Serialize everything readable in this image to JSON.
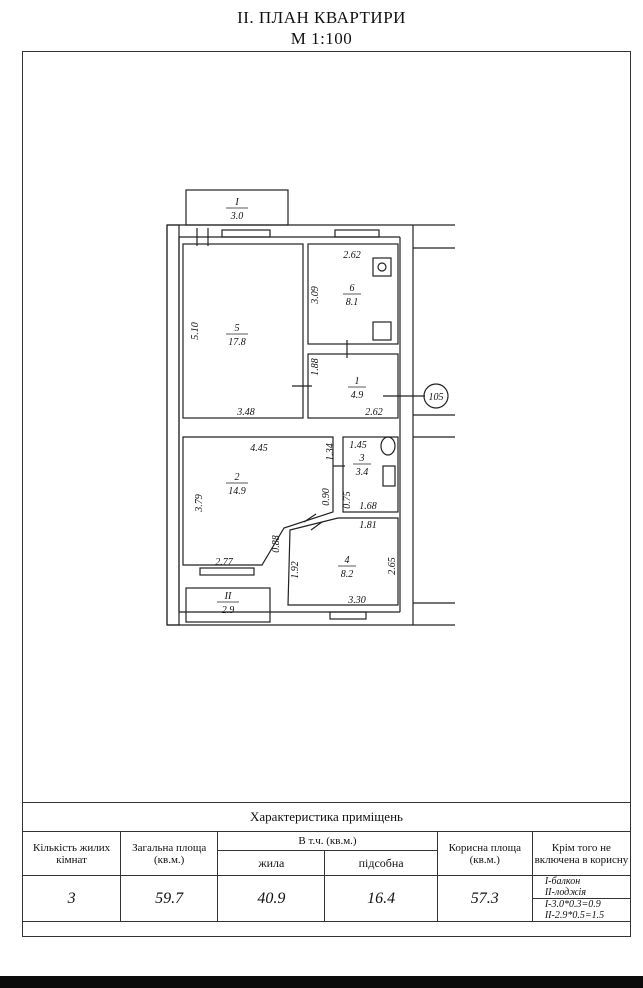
{
  "header": {
    "title": "II. ПЛАН КВАРТИРИ",
    "scale": "М 1:100"
  },
  "plan": {
    "rooms": [
      {
        "num": "1",
        "area": "4.9"
      },
      {
        "num": "2",
        "area": "14.9"
      },
      {
        "num": "3",
        "area": "3.4"
      },
      {
        "num": "4",
        "area": "8.2"
      },
      {
        "num": "5",
        "area": "17.8"
      },
      {
        "num": "6",
        "area": "8.1"
      }
    ],
    "balconies": [
      {
        "num": "I",
        "area": "3.0"
      },
      {
        "num": "II",
        "area": "2.9"
      }
    ],
    "dims": {
      "d_2_62_top": "2.62",
      "d_3_09": "3.09",
      "d_5_10": "5.10",
      "d_1_88": "1.88",
      "d_3_48": "3.48",
      "d_2_62_bottom": "2.62",
      "d_4_45": "4.45",
      "d_1_34": "1.34",
      "d_1_45": "1.45",
      "d_3_79": "3.79",
      "d_0_90": "0.90",
      "d_0_75": "0.75",
      "d_1_68": "1.68",
      "d_1_81": "1.81",
      "d_0_88": "0.88",
      "d_2_77": "2.77",
      "d_1_92": "1.92",
      "d_2_65": "2.65",
      "d_3_30": "3.30"
    },
    "marker": "105"
  },
  "table": {
    "title": "Характеристика приміщень",
    "col_rooms": "Кількість жилих кімнат",
    "col_total": "Загальна площа (кв.м.)",
    "col_incl": "В т.ч. (кв.м.)",
    "col_living": "жила",
    "col_aux": "підсобна",
    "col_useful": "Корисна площа (кв.м.)",
    "col_excl": "Крім того не включена в корисну",
    "val_rooms": "3",
    "val_total": "59.7",
    "val_living": "40.9",
    "val_aux": "16.4",
    "val_useful": "57.3",
    "excl_lines": [
      "І-балкон",
      "ІІ-лоджія",
      "І-3.0*0.3=0.9",
      "ІІ-2.9*0.5=1.5"
    ]
  }
}
